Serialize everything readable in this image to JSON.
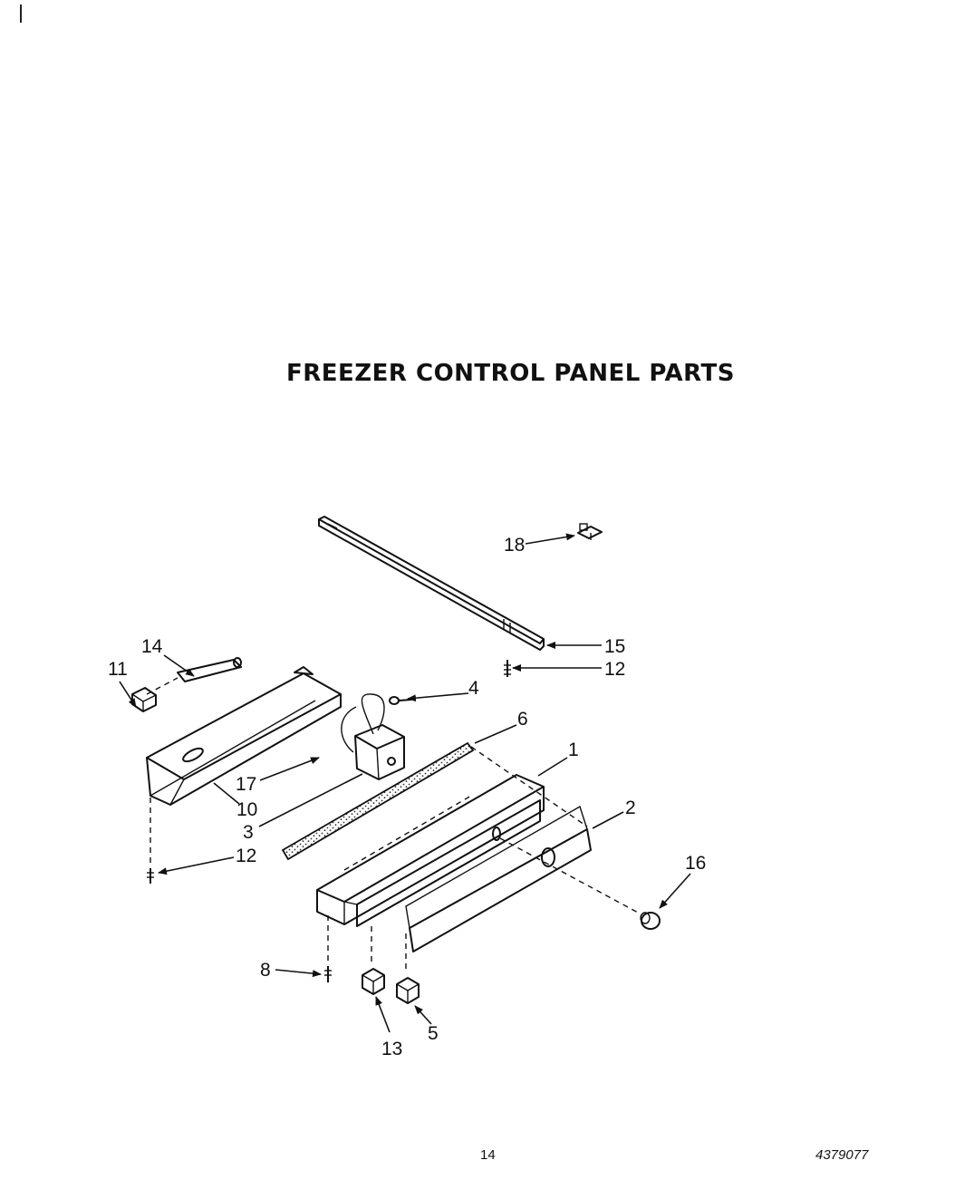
{
  "title": "FREEZER CONTROL PANEL PARTS",
  "page_number": "14",
  "document_number": "4379077",
  "callouts": [
    {
      "id": "callout-1",
      "label": "1"
    },
    {
      "id": "callout-2",
      "label": "2"
    },
    {
      "id": "callout-3",
      "label": "3"
    },
    {
      "id": "callout-4",
      "label": "4"
    },
    {
      "id": "callout-5",
      "label": "5"
    },
    {
      "id": "callout-6",
      "label": "6"
    },
    {
      "id": "callout-8",
      "label": "8"
    },
    {
      "id": "callout-10",
      "label": "10"
    },
    {
      "id": "callout-11",
      "label": "11"
    },
    {
      "id": "callout-12-left",
      "label": "12"
    },
    {
      "id": "callout-12-right",
      "label": "12"
    },
    {
      "id": "callout-13",
      "label": "13"
    },
    {
      "id": "callout-14",
      "label": "14"
    },
    {
      "id": "callout-15",
      "label": "15"
    },
    {
      "id": "callout-16",
      "label": "16"
    },
    {
      "id": "callout-17",
      "label": "17"
    },
    {
      "id": "callout-18",
      "label": "18"
    }
  ]
}
